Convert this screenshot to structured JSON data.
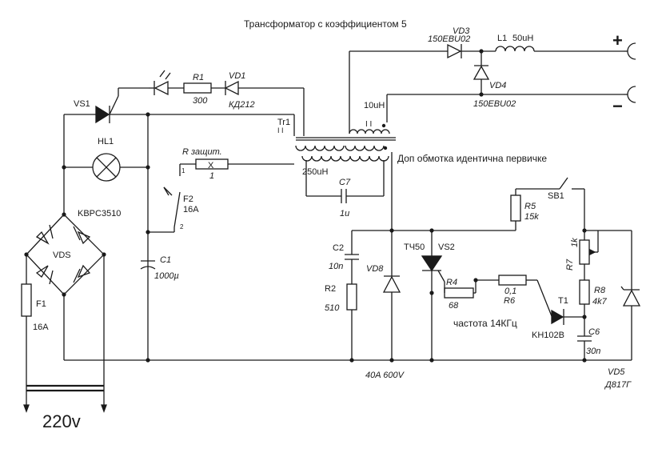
{
  "title": "Трансформатор  с коэффициентом 5",
  "note_secondary": "Доп обмотка идентична первичке",
  "note_freq": "частота 14КГц",
  "output": {
    "plus": "+",
    "minus": "−"
  },
  "mains": "220v",
  "components": {
    "vs1": "VS1",
    "hl1": "HL1",
    "vds_part": "KBPC3510",
    "vds": "VDS",
    "f1": "F1",
    "f1_val": "16A",
    "r1": "R1",
    "r1_val": "300",
    "vd1": "VD1",
    "vd1_val": "КД212",
    "r_prot": "R защит.",
    "r_prot_mark": "X",
    "r_prot_val": "1",
    "f2": "F2",
    "f2_val": "16A",
    "pin1": "1",
    "pin2": "2",
    "c1": "C1",
    "c1_val": "1000µ",
    "tr1": "Tr1",
    "tr_mark1": "I I",
    "tr_mark2": "I I",
    "tr_inductance": "10uH",
    "c7_ind": "250uH",
    "c7": "C7",
    "c7_val": "1u",
    "vd3": "VD3",
    "vd3_val": "150EBU02",
    "l1": "L1",
    "l1_val": "50uH",
    "vd4": "VD4",
    "vd4_val": "150EBU02",
    "c2": "C2",
    "c2_val": "10n",
    "r2": "R2",
    "r2_val": "510",
    "vd8": "VD8",
    "vd8_val": "40A 600V",
    "tc50": "TЧ50",
    "vs2": "VS2",
    "r4": "R4",
    "r4_val": "68",
    "r6_val": "0,1",
    "r6": "R6",
    "r5": "R5",
    "r5_val": "15k",
    "sb1": "SB1",
    "r7": "R7",
    "r7_val": "1k",
    "r8": "R8",
    "r8_val": "4k7",
    "t1": "T1",
    "t1_part": "KH102B",
    "c6": "C6",
    "c6_val": "30n",
    "vd5": "VD5",
    "vd5_val": "Д817Г"
  }
}
